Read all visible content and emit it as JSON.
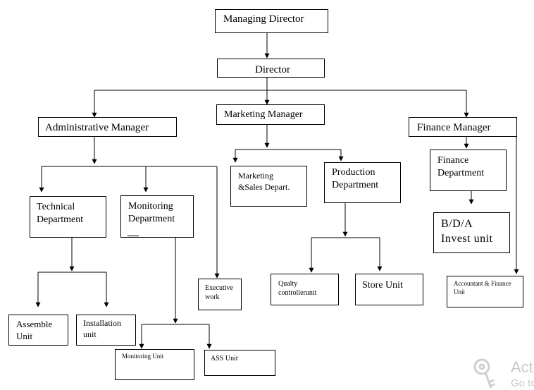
{
  "nodes": {
    "managing_director": "Managing Director",
    "director": "Director",
    "administrative_manager": "Administrative Manager",
    "marketing_manager": "Marketing Manager",
    "finance_manager": "Finance  Manager",
    "technical_department": "Technical\nDepartment",
    "monitoring_department": "Monitoring\nDepartment",
    "executive_work": "Executive\n    work",
    "marketing_sales": "Marketing\n&Sales Depart.",
    "production_department": "Production\nDepartment",
    "finance_department": "Finance\nDepartment",
    "bda_invest": "B/D/A\nInvest unit",
    "assemble_unit": "Assemble\nUnit",
    "installation_unit": "Installation\nunit",
    "monitoring_unit": "Monitoring Unit",
    "ass_unit": "ASS Unit",
    "quality_controller": "Qualty\ncontrollerunit",
    "store_unit": "Store Unit",
    "accountant_finance": "Accountant & Finance\n       Unit"
  },
  "watermark": {
    "line1": "Acti",
    "line2": "Go to",
    "icon": "key-icon",
    "color": "#c8c8c8"
  },
  "colors": {
    "line": "#000000",
    "box_border": "#000000",
    "background": "#ffffff"
  }
}
